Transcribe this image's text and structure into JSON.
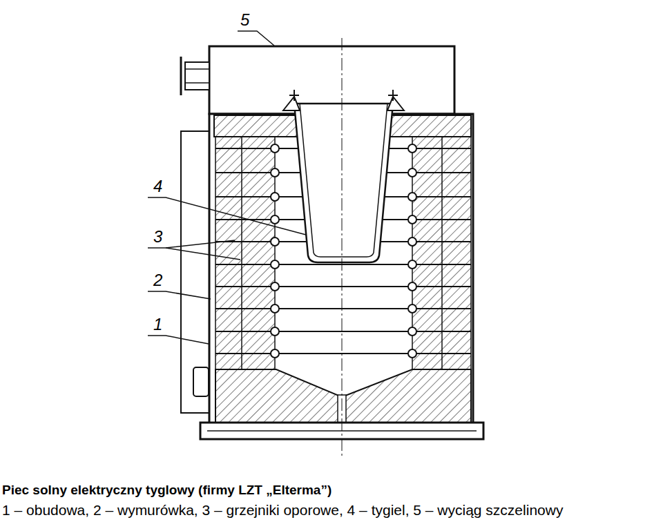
{
  "diagram": {
    "title": "Piec solny elektryczny tyglowy (firmy LZT „Elterma”)",
    "caption": "1 – obudowa, 2 – wymurówka, 3 – grzejniki oporowe, 4 – tygiel, 5 – wyciąg szczelinowy",
    "labels": [
      "5",
      "4",
      "3",
      "2",
      "1"
    ]
  }
}
